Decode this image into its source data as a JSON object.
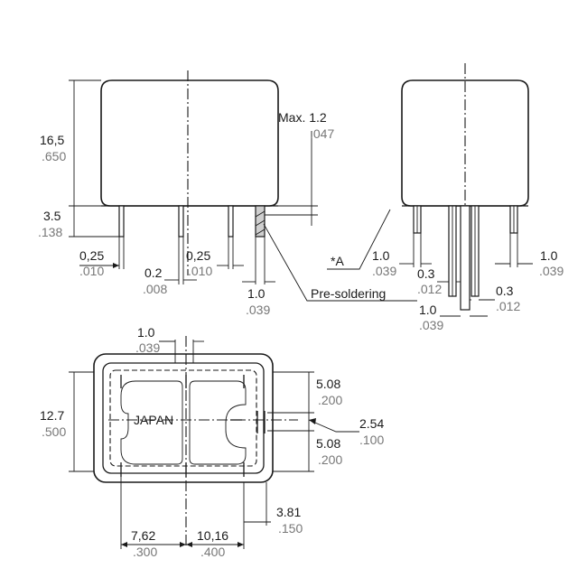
{
  "views": {
    "front": {
      "height": {
        "mm": "16,5",
        "inch": ".650"
      },
      "pin_length": {
        "mm": "3.5",
        "inch": ".138"
      },
      "max_tol": {
        "mm": "Max. 1.2",
        "inch": ".047"
      },
      "pin_width_a": {
        "mm": "0,25",
        "inch": ".010"
      },
      "pin_width_b": {
        "mm": "0,25",
        "inch": ".010"
      },
      "pin_gap": {
        "mm": "0.2",
        "inch": ".008"
      },
      "pin_pitch": {
        "mm": "1.0",
        "inch": ".039"
      },
      "pre_soldering_label": "Pre-soldering"
    },
    "side": {
      "detail_label": "*A",
      "pin_left": {
        "mm": "1.0",
        "inch": ".039"
      },
      "pin_mid_a": {
        "mm": "0.3",
        "inch": ".012"
      },
      "pin_mid_b": {
        "mm": "1.0",
        "inch": ".039"
      },
      "pin_mid_c": {
        "mm": "0.3",
        "inch": ".012"
      },
      "pin_right": {
        "mm": "1.0",
        "inch": ".039"
      }
    },
    "bottom": {
      "marking": "JAPAN",
      "top_offset": {
        "mm": "1.0",
        "inch": ".039"
      },
      "height": {
        "mm": "12.7",
        "inch": ".500"
      },
      "row_upper": {
        "mm": "5.08",
        "inch": ".200"
      },
      "row_center": {
        "mm": "2.54",
        "inch": ".100"
      },
      "row_lower": {
        "mm": "5.08",
        "inch": ".200"
      },
      "right_offset": {
        "mm": "3.81",
        "inch": ".150"
      },
      "col_left": {
        "mm": "7,62",
        "inch": ".300"
      },
      "col_right": {
        "mm": "10,16",
        "inch": ".400"
      }
    }
  }
}
